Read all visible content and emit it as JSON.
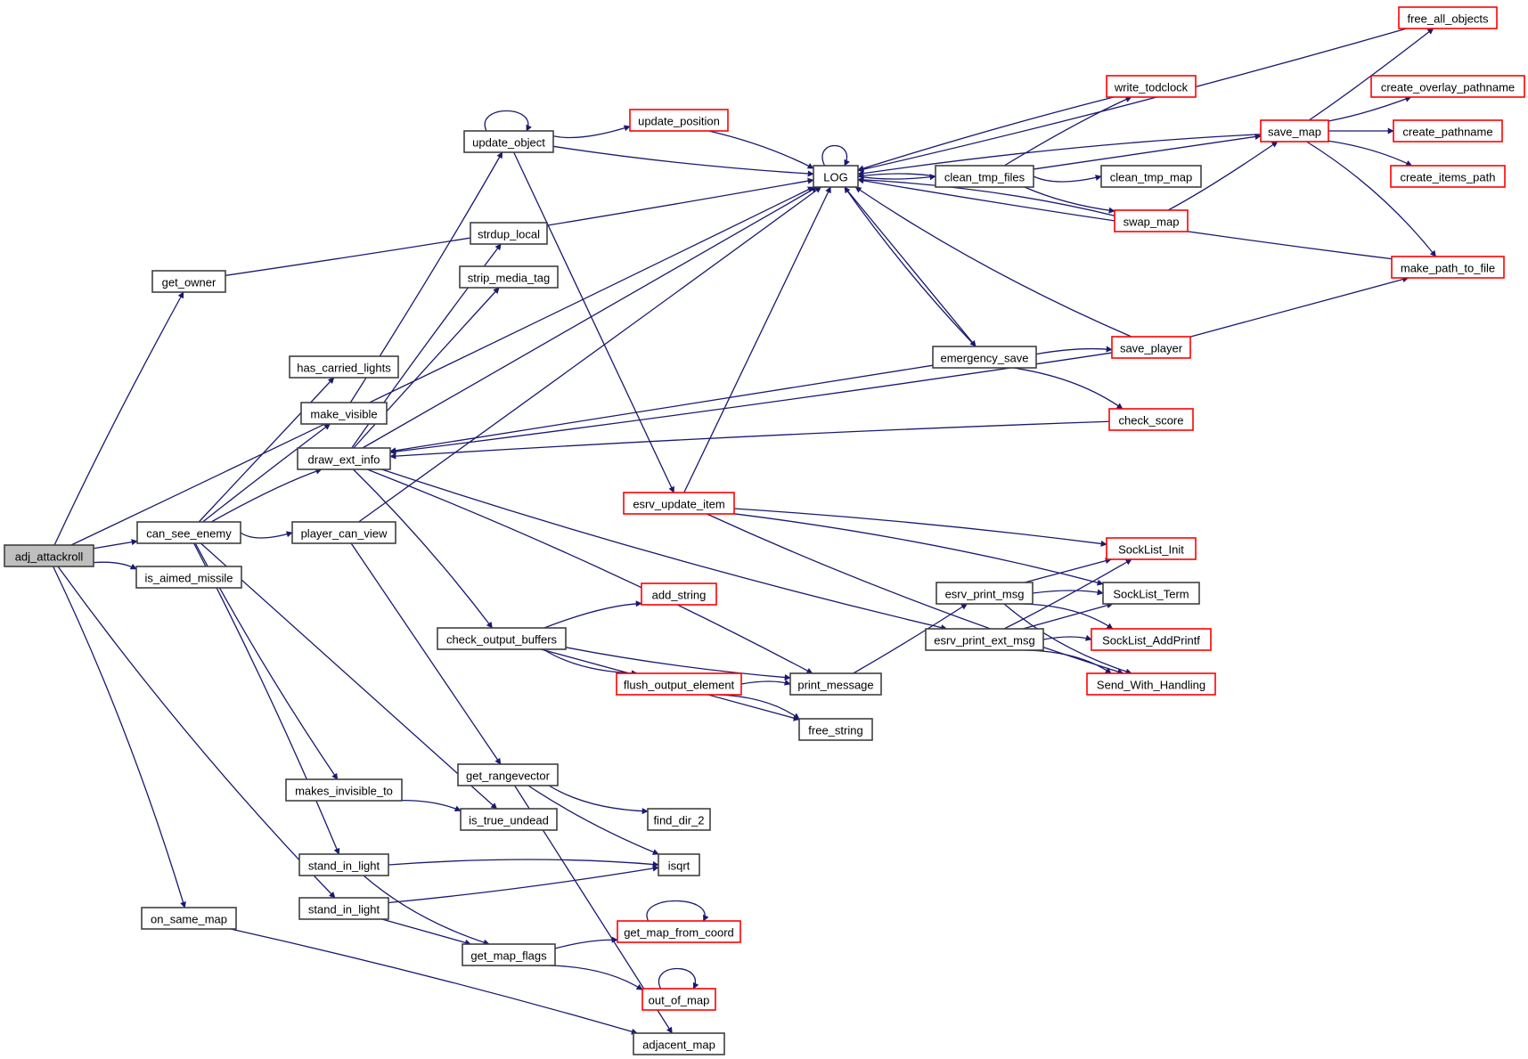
{
  "title": "adj_attackroll call graph",
  "colors": {
    "edge": "#191970",
    "node_border": "#404040",
    "external_border": "#ff0000",
    "root_fill": "#bfbfbf"
  },
  "nodes": [
    {
      "id": "adj_attackroll",
      "label": "adj_attackroll",
      "style": "root"
    },
    {
      "id": "get_owner",
      "label": "get_owner"
    },
    {
      "id": "can_see_enemy",
      "label": "can_see_enemy"
    },
    {
      "id": "is_aimed_missile",
      "label": "is_aimed_missile"
    },
    {
      "id": "on_same_map",
      "label": "on_same_map"
    },
    {
      "id": "stand_in_light_b",
      "label": "stand_in_light"
    },
    {
      "id": "has_carried_lights",
      "label": "has_carried_lights"
    },
    {
      "id": "make_visible",
      "label": "make_visible"
    },
    {
      "id": "draw_ext_info",
      "label": "draw_ext_info"
    },
    {
      "id": "player_can_view",
      "label": "player_can_view"
    },
    {
      "id": "makes_invisible_to",
      "label": "makes_invisible_to"
    },
    {
      "id": "stand_in_light_a",
      "label": "stand_in_light"
    },
    {
      "id": "update_object",
      "label": "update_object"
    },
    {
      "id": "strdup_local",
      "label": "strdup_local"
    },
    {
      "id": "strip_media_tag",
      "label": "strip_media_tag"
    },
    {
      "id": "check_output_buffers",
      "label": "check_output_buffers"
    },
    {
      "id": "get_rangevector",
      "label": "get_rangevector"
    },
    {
      "id": "is_true_undead",
      "label": "is_true_undead"
    },
    {
      "id": "get_map_flags",
      "label": "get_map_flags"
    },
    {
      "id": "update_position",
      "label": "update_position",
      "style": "red"
    },
    {
      "id": "esrv_update_item",
      "label": "esrv_update_item",
      "style": "red"
    },
    {
      "id": "add_string",
      "label": "add_string",
      "style": "red"
    },
    {
      "id": "flush_output_element",
      "label": "flush_output_element",
      "style": "red"
    },
    {
      "id": "find_dir_2",
      "label": "find_dir_2"
    },
    {
      "id": "isqrt",
      "label": "isqrt"
    },
    {
      "id": "get_map_from_coord",
      "label": "get_map_from_coord",
      "style": "red"
    },
    {
      "id": "out_of_map",
      "label": "out_of_map",
      "style": "red"
    },
    {
      "id": "adjacent_map",
      "label": "adjacent_map"
    },
    {
      "id": "LOG",
      "label": "LOG"
    },
    {
      "id": "print_message",
      "label": "print_message"
    },
    {
      "id": "free_string",
      "label": "free_string"
    },
    {
      "id": "clean_tmp_files",
      "label": "clean_tmp_files"
    },
    {
      "id": "emergency_save",
      "label": "emergency_save"
    },
    {
      "id": "esrv_print_msg",
      "label": "esrv_print_msg"
    },
    {
      "id": "esrv_print_ext_msg",
      "label": "esrv_print_ext_msg"
    },
    {
      "id": "write_todclock",
      "label": "write_todclock",
      "style": "red"
    },
    {
      "id": "clean_tmp_map",
      "label": "clean_tmp_map"
    },
    {
      "id": "swap_map",
      "label": "swap_map",
      "style": "red"
    },
    {
      "id": "save_player",
      "label": "save_player",
      "style": "red"
    },
    {
      "id": "check_score",
      "label": "check_score",
      "style": "red"
    },
    {
      "id": "SockList_Init",
      "label": "SockList_Init",
      "style": "red"
    },
    {
      "id": "SockList_Term",
      "label": "SockList_Term"
    },
    {
      "id": "SockList_AddPrintf",
      "label": "SockList_AddPrintf",
      "style": "red"
    },
    {
      "id": "Send_With_Handling",
      "label": "Send_With_Handling",
      "style": "red"
    },
    {
      "id": "save_map",
      "label": "save_map",
      "style": "red"
    },
    {
      "id": "free_all_objects",
      "label": "free_all_objects",
      "style": "red"
    },
    {
      "id": "create_overlay_pathname",
      "label": "create_overlay_pathname",
      "style": "red"
    },
    {
      "id": "create_pathname",
      "label": "create_pathname",
      "style": "red"
    },
    {
      "id": "create_items_path",
      "label": "create_items_path",
      "style": "red"
    },
    {
      "id": "make_path_to_file",
      "label": "make_path_to_file",
      "style": "red"
    }
  ],
  "edges": [
    [
      "adj_attackroll",
      "get_owner"
    ],
    [
      "adj_attackroll",
      "LOG"
    ],
    [
      "adj_attackroll",
      "can_see_enemy"
    ],
    [
      "adj_attackroll",
      "is_aimed_missile"
    ],
    [
      "adj_attackroll",
      "on_same_map"
    ],
    [
      "adj_attackroll",
      "stand_in_light_b"
    ],
    [
      "get_owner",
      "LOG"
    ],
    [
      "can_see_enemy",
      "has_carried_lights"
    ],
    [
      "can_see_enemy",
      "make_visible"
    ],
    [
      "can_see_enemy",
      "draw_ext_info"
    ],
    [
      "can_see_enemy",
      "player_can_view"
    ],
    [
      "can_see_enemy",
      "makes_invisible_to"
    ],
    [
      "can_see_enemy",
      "is_true_undead"
    ],
    [
      "can_see_enemy",
      "stand_in_light_a"
    ],
    [
      "make_visible",
      "update_object"
    ],
    [
      "draw_ext_info",
      "strdup_local"
    ],
    [
      "draw_ext_info",
      "strip_media_tag"
    ],
    [
      "draw_ext_info",
      "LOG"
    ],
    [
      "draw_ext_info",
      "check_output_buffers"
    ],
    [
      "draw_ext_info",
      "print_message"
    ],
    [
      "draw_ext_info",
      "esrv_print_ext_msg"
    ],
    [
      "player_can_view",
      "LOG"
    ],
    [
      "player_can_view",
      "get_rangevector"
    ],
    [
      "makes_invisible_to",
      "is_true_undead"
    ],
    [
      "stand_in_light_a",
      "isqrt"
    ],
    [
      "stand_in_light_a",
      "get_map_flags"
    ],
    [
      "stand_in_light_b",
      "isqrt"
    ],
    [
      "stand_in_light_b",
      "get_map_flags"
    ],
    [
      "on_same_map",
      "adjacent_map"
    ],
    [
      "update_object",
      "update_object"
    ],
    [
      "update_object",
      "update_position"
    ],
    [
      "update_object",
      "LOG"
    ],
    [
      "update_object",
      "esrv_update_item"
    ],
    [
      "update_position",
      "LOG"
    ],
    [
      "check_output_buffers",
      "add_string"
    ],
    [
      "check_output_buffers",
      "flush_output_element"
    ],
    [
      "check_output_buffers",
      "print_message"
    ],
    [
      "check_output_buffers",
      "free_string"
    ],
    [
      "flush_output_element",
      "print_message"
    ],
    [
      "flush_output_element",
      "free_string"
    ],
    [
      "get_rangevector",
      "find_dir_2"
    ],
    [
      "get_rangevector",
      "isqrt"
    ],
    [
      "get_rangevector",
      "adjacent_map"
    ],
    [
      "get_map_flags",
      "get_map_from_coord"
    ],
    [
      "get_map_flags",
      "out_of_map"
    ],
    [
      "get_map_from_coord",
      "get_map_from_coord"
    ],
    [
      "out_of_map",
      "out_of_map"
    ],
    [
      "esrv_update_item",
      "LOG"
    ],
    [
      "esrv_update_item",
      "SockList_Init"
    ],
    [
      "esrv_update_item",
      "SockList_Term"
    ],
    [
      "esrv_update_item",
      "Send_With_Handling"
    ],
    [
      "print_message",
      "esrv_print_msg"
    ],
    [
      "esrv_print_msg",
      "SockList_Init"
    ],
    [
      "esrv_print_msg",
      "SockList_Term"
    ],
    [
      "esrv_print_msg",
      "SockList_AddPrintf"
    ],
    [
      "esrv_print_msg",
      "Send_With_Handling"
    ],
    [
      "esrv_print_ext_msg",
      "SockList_Init"
    ],
    [
      "esrv_print_ext_msg",
      "SockList_Term"
    ],
    [
      "esrv_print_ext_msg",
      "SockList_AddPrintf"
    ],
    [
      "esrv_print_ext_msg",
      "Send_With_Handling"
    ],
    [
      "LOG",
      "LOG"
    ],
    [
      "LOG",
      "clean_tmp_files"
    ],
    [
      "LOG",
      "emergency_save"
    ],
    [
      "clean_tmp_files",
      "LOG"
    ],
    [
      "clean_tmp_files",
      "write_todclock"
    ],
    [
      "clean_tmp_files",
      "clean_tmp_map"
    ],
    [
      "clean_tmp_files",
      "swap_map"
    ],
    [
      "clean_tmp_files",
      "save_map"
    ],
    [
      "write_todclock",
      "LOG"
    ],
    [
      "swap_map",
      "LOG"
    ],
    [
      "swap_map",
      "save_map"
    ],
    [
      "emergency_save",
      "LOG"
    ],
    [
      "emergency_save",
      "draw_ext_info"
    ],
    [
      "emergency_save",
      "save_player"
    ],
    [
      "emergency_save",
      "check_score"
    ],
    [
      "save_player",
      "LOG"
    ],
    [
      "save_player",
      "draw_ext_info"
    ],
    [
      "save_player",
      "make_path_to_file"
    ],
    [
      "check_score",
      "draw_ext_info"
    ],
    [
      "save_map",
      "LOG"
    ],
    [
      "save_map",
      "free_all_objects"
    ],
    [
      "save_map",
      "create_overlay_pathname"
    ],
    [
      "save_map",
      "create_pathname"
    ],
    [
      "save_map",
      "create_items_path"
    ],
    [
      "save_map",
      "make_path_to_file"
    ],
    [
      "free_all_objects",
      "LOG"
    ],
    [
      "make_path_to_file",
      "LOG"
    ]
  ]
}
